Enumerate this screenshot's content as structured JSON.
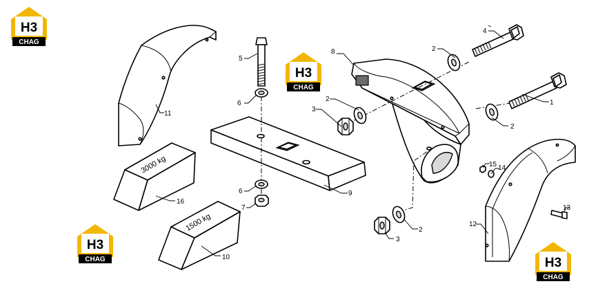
{
  "logo": {
    "mark": "H3",
    "sub": "CHAG",
    "color": "#f2b705"
  },
  "weights": {
    "w16": "3000 kg",
    "w10": "1500 kg"
  },
  "callouts": [
    "1",
    "2",
    "2",
    "2",
    "2",
    "3",
    "3",
    "4",
    "5",
    "6",
    "6",
    "7",
    "8",
    "9",
    "10",
    "11",
    "12",
    "13",
    "14",
    "15",
    "16"
  ]
}
